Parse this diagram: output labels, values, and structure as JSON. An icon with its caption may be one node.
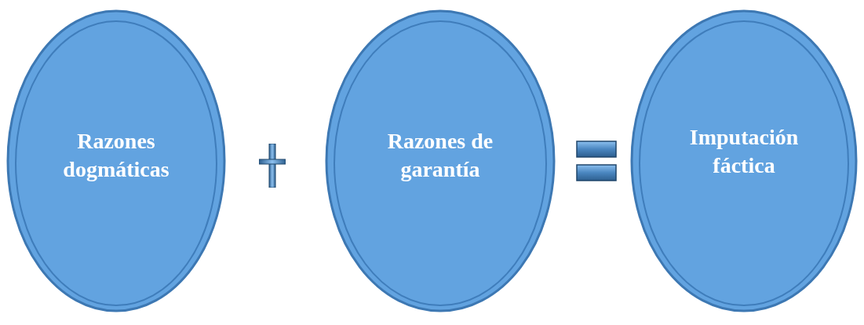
{
  "diagram": {
    "nodes": [
      {
        "text": [
          "Razones dogmáticas"
        ]
      },
      {
        "text": [
          "Razones de garantía"
        ]
      },
      {
        "text": [
          "Imputación fáctica"
        ]
      }
    ]
  }
}
